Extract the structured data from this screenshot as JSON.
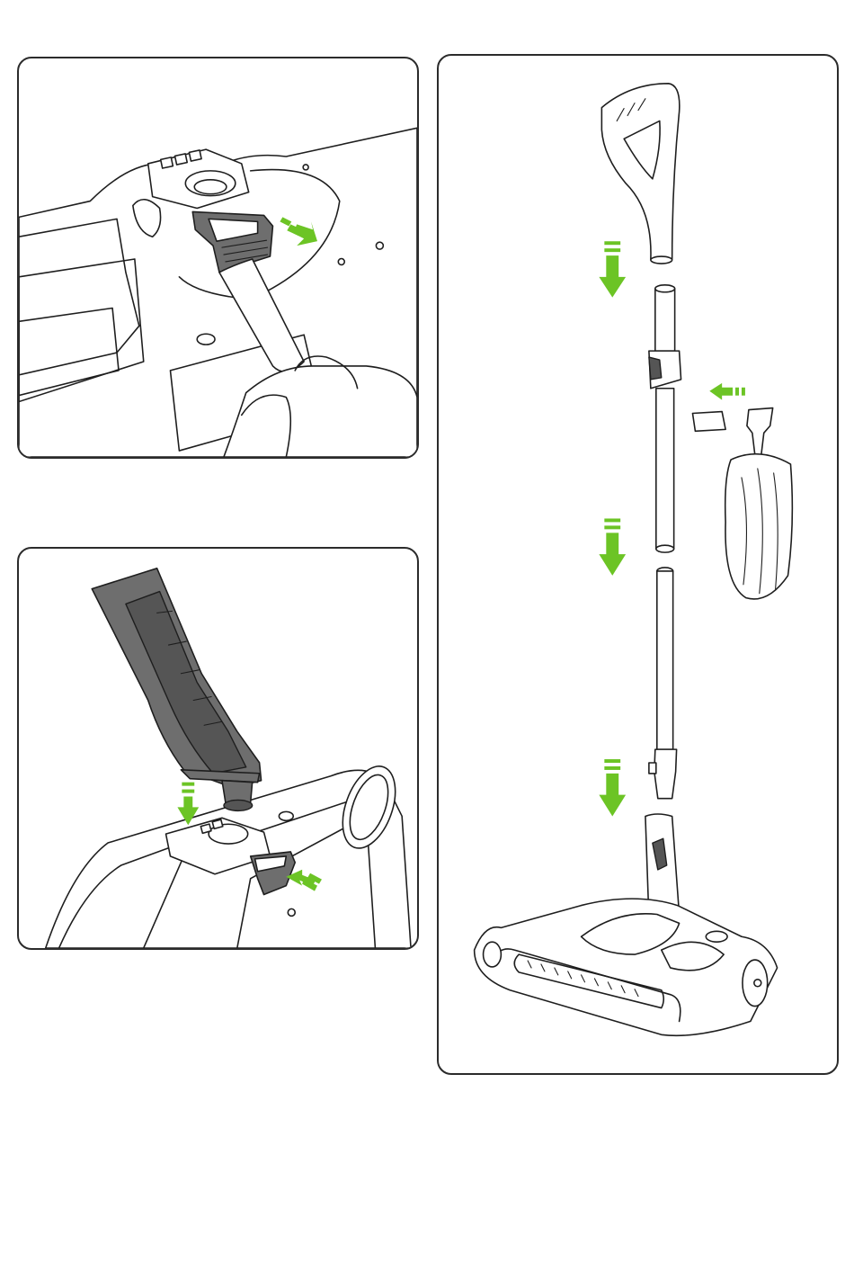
{
  "colors": {
    "accent": "#6cc425",
    "line": "#1e1e1e",
    "part_dark": "#6e6e6e",
    "frame": "#2b2b2b",
    "background": "#ffffff"
  },
  "panels": [
    {
      "id": "top-left",
      "depicts": "handle-release-clip-removal",
      "arrow_direction": "right-down"
    },
    {
      "id": "bottom-left",
      "depicts": "handle-insertion-and-clip-push",
      "arrow_direction": "down"
    },
    {
      "id": "right",
      "depicts": "exploded-stick-assembly-with-duster",
      "arrow_direction": "down"
    }
  ],
  "icons": [
    "arrow-down-icon",
    "arrow-left-icon",
    "arrow-diagonal-icon"
  ]
}
